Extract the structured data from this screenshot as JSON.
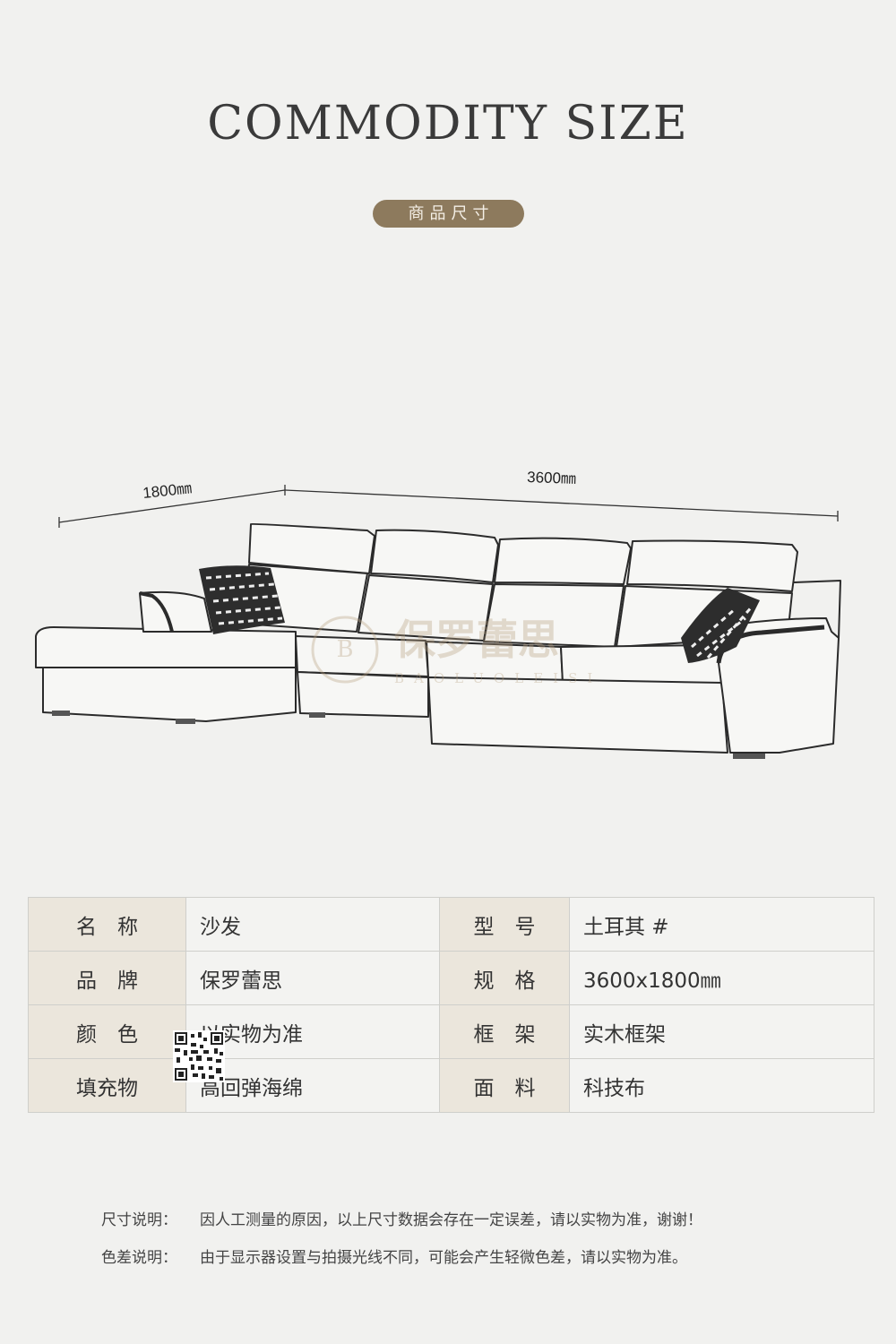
{
  "header": {
    "title": "COMMODITY SIZE",
    "subtitle": "商品尺寸"
  },
  "drawing": {
    "dim_depth": "1800㎜",
    "dim_length": "3600㎜",
    "watermark_brand": "保罗蕾思",
    "watermark_latin": "BAOLUOLEISI"
  },
  "specs": {
    "rows": [
      {
        "label1": "名　称",
        "value1": "沙发",
        "label2": "型　号",
        "value2": "土耳其 #"
      },
      {
        "label1": "品　牌",
        "value1": "保罗蕾思",
        "label2": "规　格",
        "value2": "3600x1800㎜"
      },
      {
        "label1": "颜　色",
        "value1": "以实物为准",
        "label2": "框　架",
        "value2": "实木框架"
      },
      {
        "label1": "填充物",
        "value1": "高回弹海绵",
        "label2": "面　料",
        "value2": "科技布"
      }
    ]
  },
  "notes": {
    "size_label": "尺寸说明：",
    "size_text": "因人工测量的原因，以上尺寸数据会存在一定误差，请以实物为准，谢谢！",
    "color_label": "色差说明：",
    "color_text": "由于显示器设置与拍摄光线不同，可能会产生轻微色差，请以实物为准。"
  },
  "colors": {
    "background": "#f1f1ef",
    "accent": "#8d7a5d",
    "label_cell": "#ebe6dc"
  }
}
